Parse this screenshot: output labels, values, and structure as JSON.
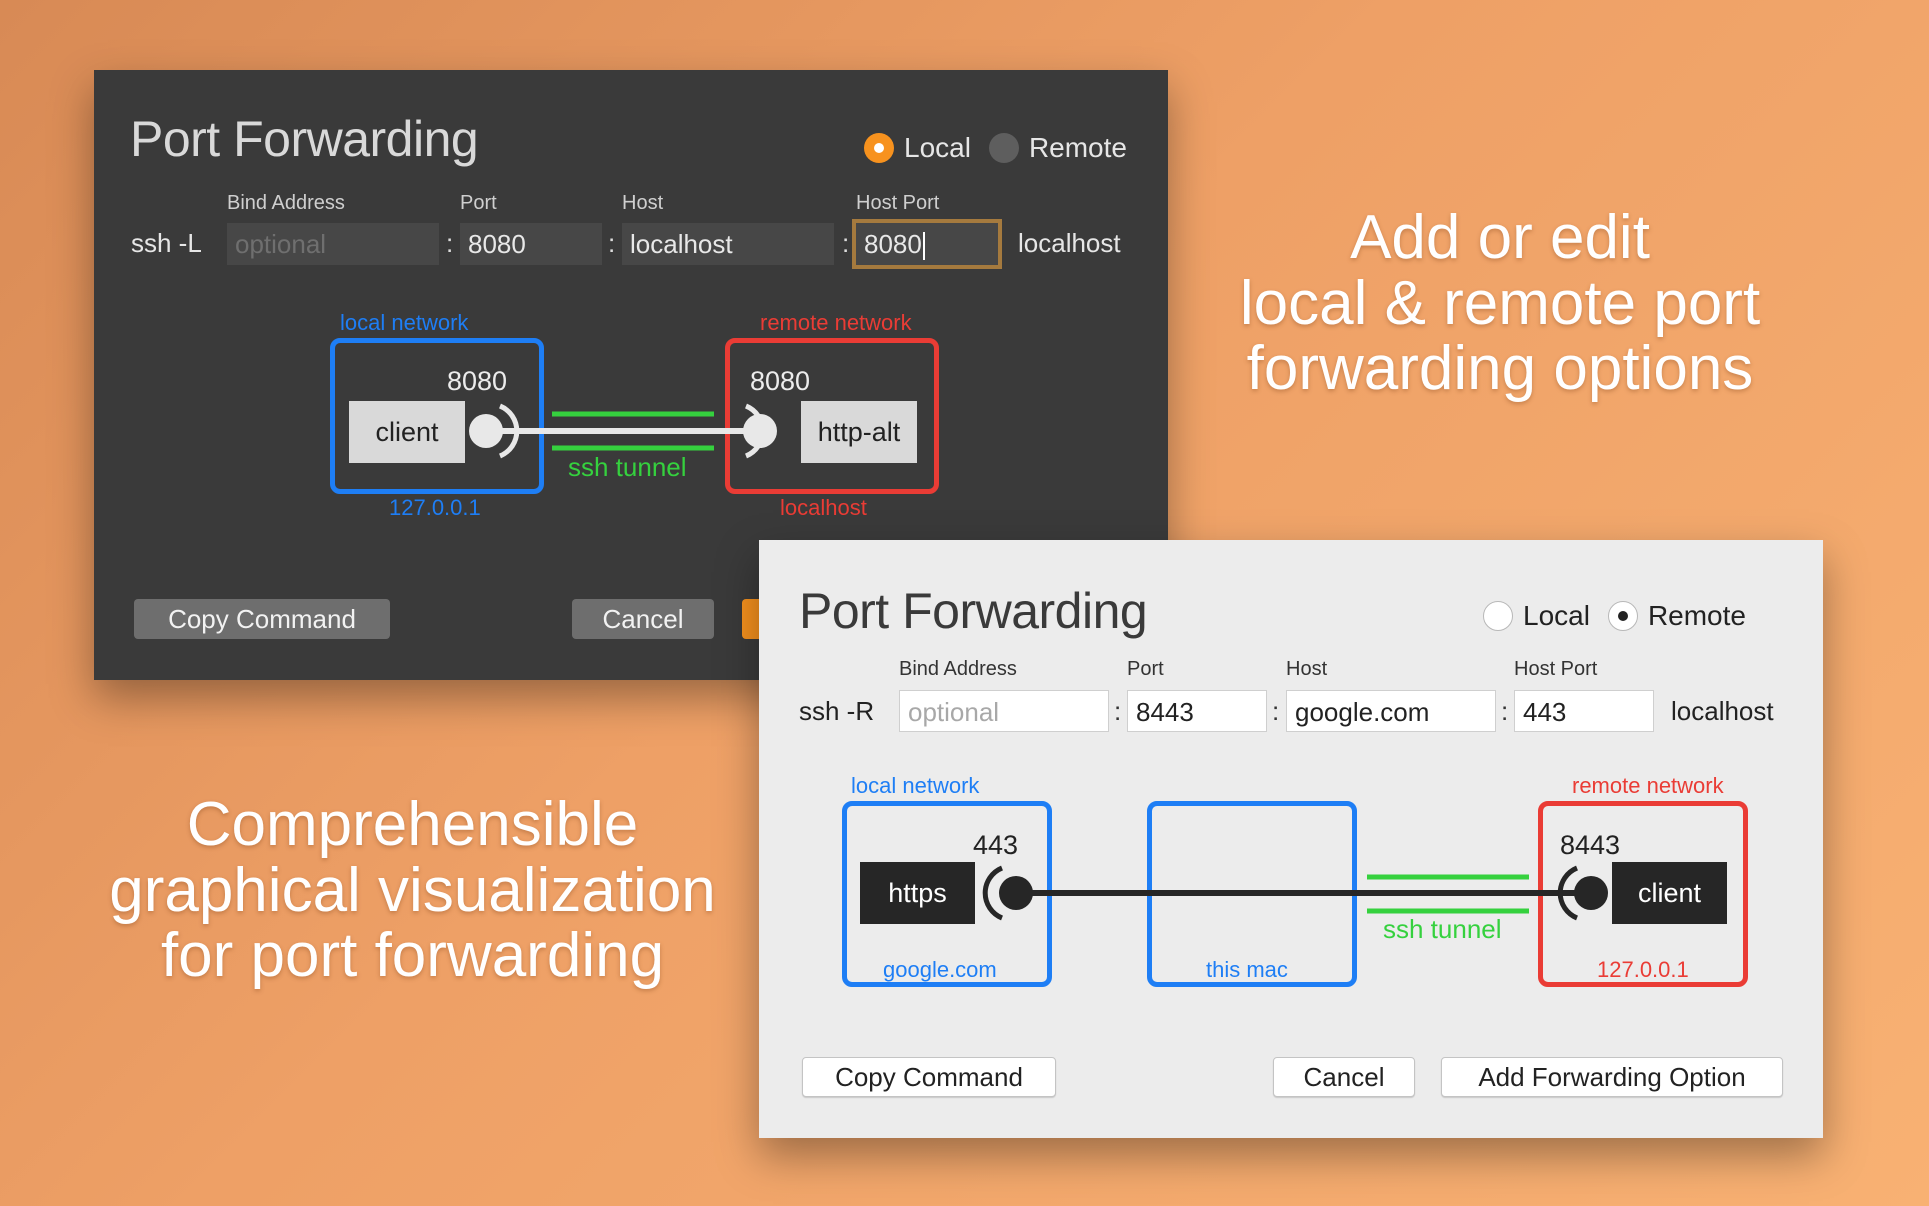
{
  "captions": {
    "top_right": [
      "Add or edit",
      "local & remote port",
      "forwarding options"
    ],
    "bottom_left": [
      "Comprehensible",
      "graphical visualization",
      "for port forwarding"
    ]
  },
  "dark_dialog": {
    "title": "Port Forwarding",
    "radio_local": "Local",
    "radio_remote": "Remote",
    "selected_mode": "Local",
    "command": "ssh -L",
    "bind_address_label": "Bind Address",
    "port_label": "Port",
    "host_label": "Host",
    "host_port_label": "Host Port",
    "bind_address_placeholder": "optional",
    "port_value": "8080",
    "host_value": "localhost",
    "host_port_value": "8080",
    "trailing_host": "localhost",
    "diagram": {
      "local_network_label": "local network",
      "remote_network_label": "remote network",
      "local_node": "client",
      "local_port": "8080",
      "local_ip": "127.0.0.1",
      "remote_node": "http-alt",
      "remote_port": "8080",
      "remote_host": "localhost",
      "tunnel_label": "ssh tunnel"
    },
    "copy_button": "Copy Command",
    "cancel_button": "Cancel"
  },
  "light_dialog": {
    "title": "Port Forwarding",
    "radio_local": "Local",
    "radio_remote": "Remote",
    "selected_mode": "Remote",
    "command": "ssh -R",
    "bind_address_label": "Bind Address",
    "port_label": "Port",
    "host_label": "Host",
    "host_port_label": "Host Port",
    "bind_address_placeholder": "optional",
    "port_value": "8443",
    "host_value": "google.com",
    "host_port_value": "443",
    "trailing_host": "localhost",
    "diagram": {
      "local_network_label": "local network",
      "remote_network_label": "remote network",
      "local_node": "https",
      "local_port": "443",
      "local_host": "google.com",
      "middle_label": "this mac",
      "remote_node": "client",
      "remote_port": "8443",
      "remote_ip": "127.0.0.1",
      "tunnel_label": "ssh tunnel"
    },
    "copy_button": "Copy Command",
    "cancel_button": "Cancel",
    "add_button": "Add Forwarding Option"
  },
  "colors": {
    "accent_orange": "#f7921e",
    "local_blue": "#1e7ef5",
    "remote_red": "#ea3c35",
    "tunnel_green": "#35d13e"
  }
}
